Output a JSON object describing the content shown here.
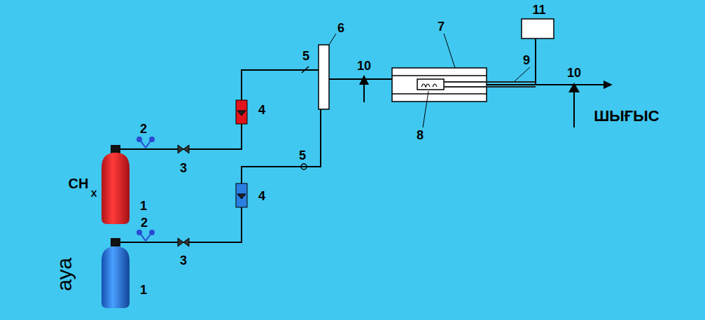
{
  "diagram": {
    "labels": [
      "11",
      "6",
      "7",
      "5",
      "10",
      "9",
      "10",
      "ШЫҒЫС",
      "4",
      "8",
      "2",
      "3",
      "CH",
      "X",
      "1",
      "5",
      "4",
      "2",
      "3",
      "1",
      "ауа"
    ]
  }
}
